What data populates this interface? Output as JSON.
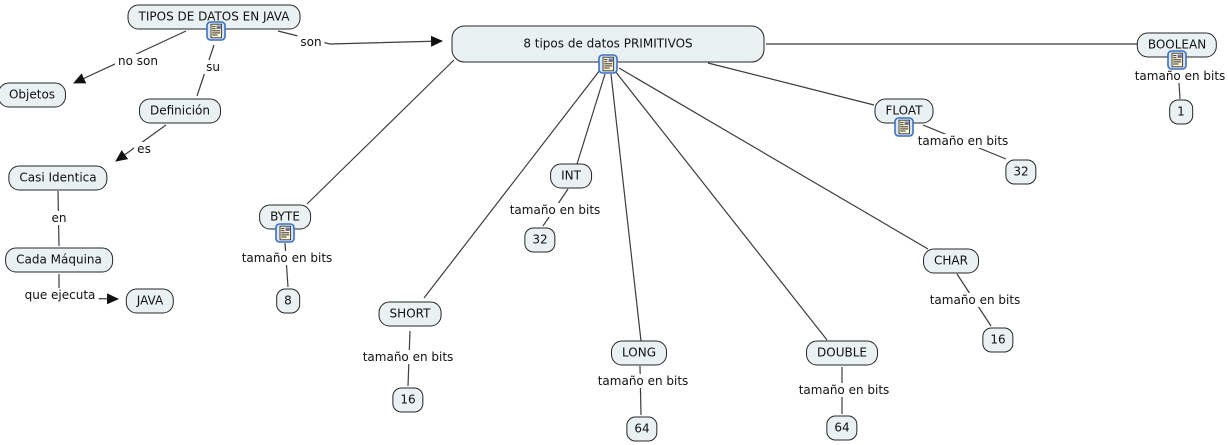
{
  "map": {
    "root": "TIPOS DE DATOS EN JAVA",
    "objetos": "Objetos",
    "definicion": "Definición",
    "casi_identica": "Casi Identica",
    "cada_maquina": "Cada Máquina",
    "java": "JAVA",
    "primitivos": "8 tipos de datos PRIMITIVOS",
    "types": {
      "byte": {
        "name": "BYTE",
        "bits": "8"
      },
      "short": {
        "name": "SHORT",
        "bits": "16"
      },
      "int": {
        "name": "INT",
        "bits": "32"
      },
      "long": {
        "name": "LONG",
        "bits": "64"
      },
      "double": {
        "name": "DOUBLE",
        "bits": "64"
      },
      "float": {
        "name": "FLOAT",
        "bits": "32"
      },
      "char": {
        "name": "CHAR",
        "bits": "16"
      },
      "boolean": {
        "name": "BOOLEAN",
        "bits": "1"
      }
    },
    "link_labels": {
      "no_son": "no son",
      "su": "su",
      "son": "son",
      "es": "es",
      "en": "en",
      "que_ejecuta": "que ejecuta",
      "tamano_en_bits": "tamaño en bits"
    },
    "icons": {
      "resource": "resource-icon"
    },
    "colors": {
      "node_fill": "#e9f1f2",
      "node_border": "#262626",
      "line": "#3d3d3d",
      "arrow": "#111111",
      "icon_border": "#3b6fc4",
      "icon_fill": "#d9e8fa",
      "background": "#ffffff"
    }
  }
}
